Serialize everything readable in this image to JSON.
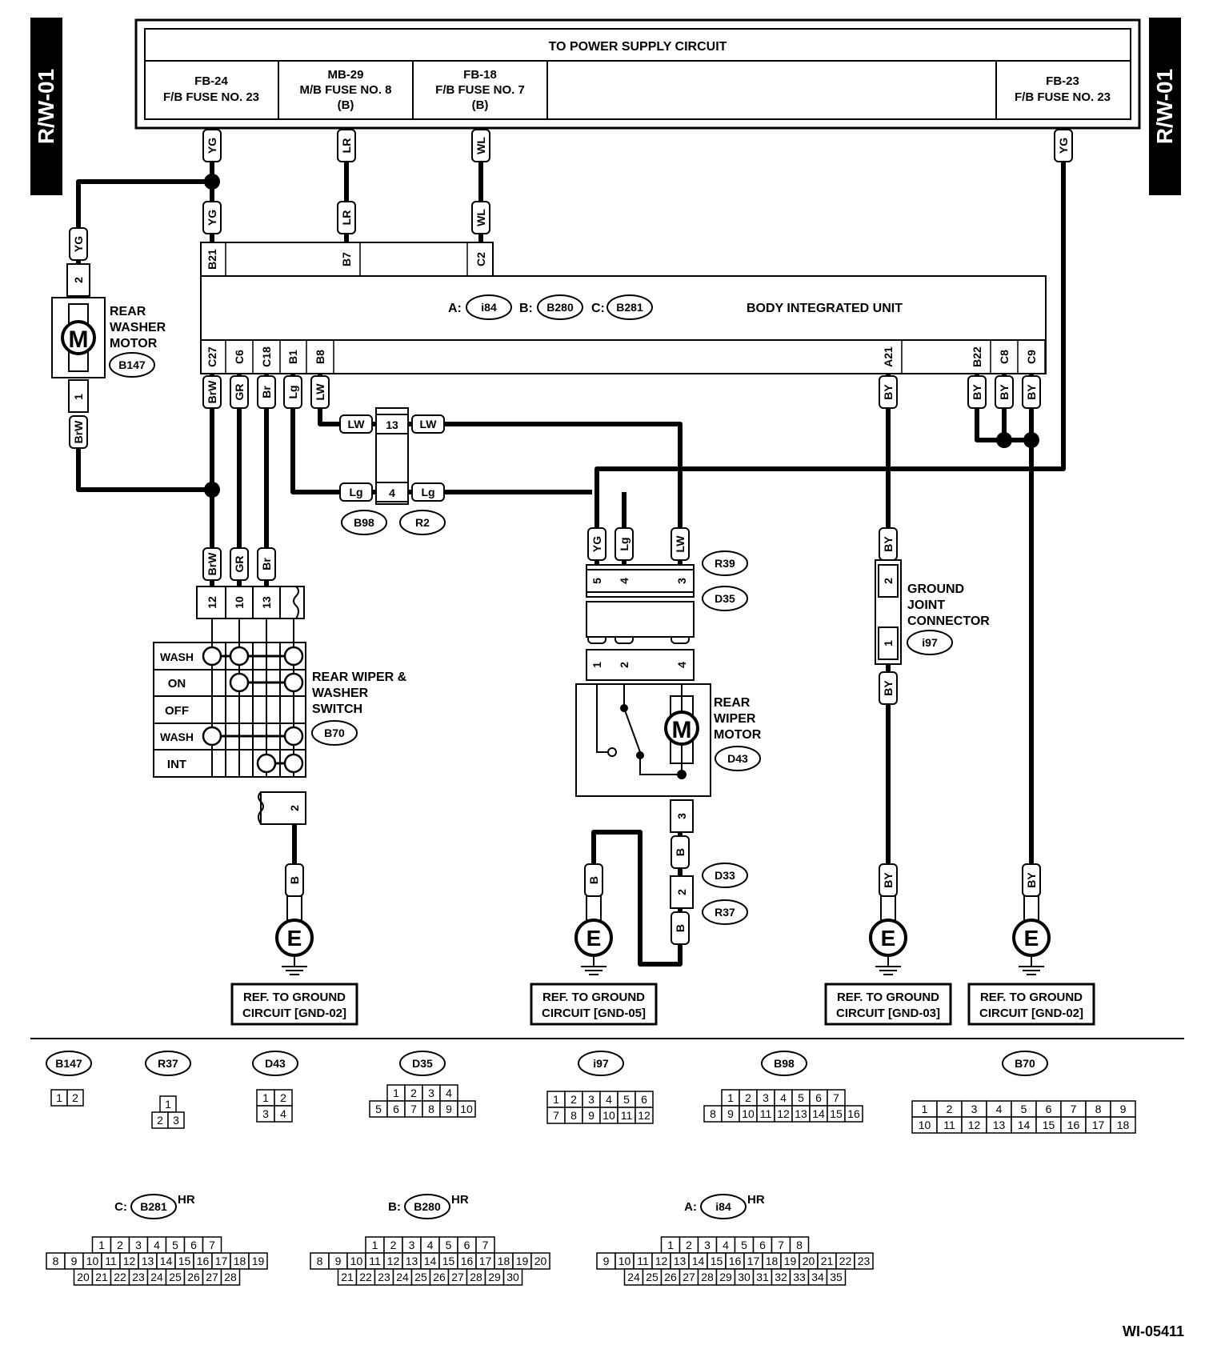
{
  "page": {
    "side_tab": "R/W-01",
    "figure_id": "WI-05411"
  },
  "power": {
    "title": "TO POWER SUPPLY CIRCUIT",
    "fuses": [
      {
        "l1": "FB-24",
        "l2": "F/B FUSE NO. 23",
        "l3": ""
      },
      {
        "l1": "MB-29",
        "l2": "M/B FUSE NO. 8",
        "l3": "(B)"
      },
      {
        "l1": "FB-18",
        "l2": "F/B FUSE NO. 7",
        "l3": "(B)"
      },
      {
        "l1": "FB-23",
        "l2": "F/B FUSE NO. 23",
        "l3": ""
      }
    ]
  },
  "biu": {
    "name": "BODY INTEGRATED UNIT",
    "connectors": [
      {
        "prefix": "A:",
        "id": "i84"
      },
      {
        "prefix": "B:",
        "id": "B280"
      },
      {
        "prefix": "C:",
        "id": "B281"
      }
    ],
    "top_pins": [
      "B21",
      "B7",
      "C2"
    ],
    "bottom_pins": [
      "C27",
      "C6",
      "C18",
      "B1",
      "B8",
      "A21",
      "B22",
      "C8",
      "C9"
    ]
  },
  "washer_motor": {
    "l1": "REAR",
    "l2": "WASHER",
    "l3": "MOTOR",
    "conn": "B147",
    "symbol": "M",
    "pins": [
      "2",
      "1"
    ]
  },
  "wiper_motor": {
    "l1": "REAR",
    "l2": "WIPER",
    "l3": "MOTOR",
    "conn": "D43",
    "symbol": "M"
  },
  "switch": {
    "l1": "REAR WIPER &",
    "l2": "WASHER",
    "l3": "SWITCH",
    "conn": "B70",
    "rows": [
      "WASH",
      "ON",
      "OFF",
      "WASH",
      "INT"
    ],
    "pins": [
      "12",
      "10",
      "13"
    ],
    "gnd_pin": "2"
  },
  "gjc": {
    "l1": "GROUND",
    "l2": "JOINT",
    "l3": "CONNECTOR",
    "conn": "i97",
    "pins": [
      "2",
      "1"
    ]
  },
  "junction": {
    "pins": [
      "13",
      "4"
    ],
    "conns": [
      "B98",
      "R2"
    ]
  },
  "wiper_conns": {
    "upper": [
      "R39",
      "D35"
    ],
    "upper_pins": [
      "5",
      "4",
      "3"
    ],
    "lower_pins": [
      "1",
      "2",
      "4"
    ],
    "gnd_pins": [
      "3",
      "2"
    ],
    "lower": [
      "D33",
      "R37"
    ]
  },
  "wires": {
    "YG": "YG",
    "LR": "LR",
    "WL": "WL",
    "BrW": "BrW",
    "GR": "GR",
    "Br": "Br",
    "Lg": "Lg",
    "LW": "LW",
    "BY": "BY",
    "B": "B"
  },
  "grounds": {
    "symbol": "E",
    "refs": [
      {
        "l1": "REF. TO GROUND",
        "l2": "CIRCUIT [GND-02]"
      },
      {
        "l1": "REF. TO GROUND",
        "l2": "CIRCUIT [GND-05]"
      },
      {
        "l1": "REF. TO GROUND",
        "l2": "CIRCUIT [GND-03]"
      },
      {
        "l1": "REF. TO GROUND",
        "l2": "CIRCUIT [GND-02]"
      }
    ]
  },
  "connector_views": {
    "B147": [
      [
        "1",
        "2"
      ]
    ],
    "R37": [
      [
        "1"
      ],
      [
        "2",
        "3"
      ]
    ],
    "D43": [
      [
        "1",
        "2"
      ],
      [
        "3",
        "4"
      ]
    ],
    "D35": [
      [
        "1",
        "2",
        "3",
        "4"
      ],
      [
        "5",
        "6",
        "7",
        "8",
        "9",
        "10"
      ]
    ],
    "i97": [
      [
        "1",
        "2",
        "3",
        "4",
        "5",
        "6"
      ],
      [
        "7",
        "8",
        "9",
        "10",
        "11",
        "12"
      ]
    ],
    "B98": [
      [
        "1",
        "2",
        "3",
        "4",
        "5",
        "6",
        "7"
      ],
      [
        "8",
        "9",
        "10",
        "11",
        "12",
        "13",
        "14",
        "15",
        "16"
      ]
    ],
    "B70": [
      [
        "1",
        "2",
        "3",
        "4",
        "5",
        "6",
        "7",
        "8",
        "9"
      ],
      [
        "10",
        "11",
        "12",
        "13",
        "14",
        "15",
        "16",
        "17",
        "18"
      ]
    ],
    "B281": [
      [
        "1",
        "2",
        "3",
        "4",
        "5",
        "6",
        "7"
      ],
      [
        "8",
        "9",
        "10",
        "11",
        "12",
        "13",
        "14",
        "15",
        "16",
        "17",
        "18",
        "19"
      ],
      [
        "20",
        "21",
        "22",
        "23",
        "24",
        "25",
        "26",
        "27",
        "28"
      ]
    ],
    "B280": [
      [
        "1",
        "2",
        "3",
        "4",
        "5",
        "6",
        "7"
      ],
      [
        "8",
        "9",
        "10",
        "11",
        "12",
        "13",
        "14",
        "15",
        "16",
        "17",
        "18",
        "19",
        "20"
      ],
      [
        "21",
        "22",
        "23",
        "24",
        "25",
        "26",
        "27",
        "28",
        "29",
        "30"
      ]
    ],
    "i84": [
      [
        "1",
        "2",
        "3",
        "4",
        "5",
        "6",
        "7",
        "8"
      ],
      [
        "9",
        "10",
        "11",
        "12",
        "13",
        "14",
        "15",
        "16",
        "17",
        "18",
        "19",
        "20",
        "21",
        "22",
        "23"
      ],
      [
        "24",
        "25",
        "26",
        "27",
        "28",
        "29",
        "30",
        "31",
        "32",
        "33",
        "34",
        "35"
      ]
    ],
    "hr": "HR",
    "b281_prefix": "C:",
    "b280_prefix": "B:",
    "i84_prefix": "A:"
  }
}
